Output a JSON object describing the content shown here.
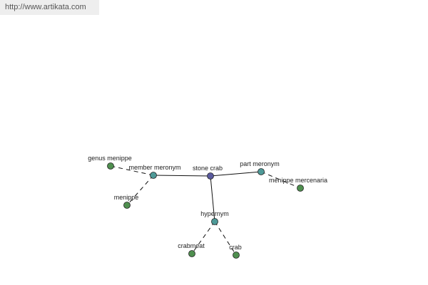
{
  "banner": {
    "url_text": "http://www.artikata.com"
  },
  "colors": {
    "root_node": "#5a5a9e",
    "relation_node": "#4e9a98",
    "leaf_node": "#4f8f4f",
    "edge": "#111111"
  },
  "graph": {
    "nodes": [
      {
        "id": "stone-crab",
        "label": "stone crab",
        "kind": "root"
      },
      {
        "id": "member-meronym",
        "label": "member meronym",
        "kind": "relation"
      },
      {
        "id": "part-meronym",
        "label": "part meronym",
        "kind": "relation"
      },
      {
        "id": "hypernym",
        "label": "hypernym",
        "kind": "relation"
      },
      {
        "id": "genus-menippe",
        "label": "genus menippe",
        "kind": "leaf"
      },
      {
        "id": "menippe",
        "label": "menippe",
        "kind": "leaf"
      },
      {
        "id": "menippe-mercenaria",
        "label": "menippe mercenaria",
        "kind": "leaf"
      },
      {
        "id": "crabmeat",
        "label": "crabmeat",
        "kind": "leaf"
      },
      {
        "id": "crab",
        "label": "crab",
        "kind": "leaf"
      }
    ],
    "edges": [
      {
        "from": "stone-crab",
        "to": "member-meronym",
        "style": "solid"
      },
      {
        "from": "stone-crab",
        "to": "part-meronym",
        "style": "solid"
      },
      {
        "from": "stone-crab",
        "to": "hypernym",
        "style": "solid"
      },
      {
        "from": "member-meronym",
        "to": "genus-menippe",
        "style": "dashed"
      },
      {
        "from": "member-meronym",
        "to": "menippe",
        "style": "dashed"
      },
      {
        "from": "part-meronym",
        "to": "menippe-mercenaria",
        "style": "dashed"
      },
      {
        "from": "hypernym",
        "to": "crabmeat",
        "style": "dashed"
      },
      {
        "from": "hypernym",
        "to": "crab",
        "style": "dashed"
      }
    ]
  }
}
